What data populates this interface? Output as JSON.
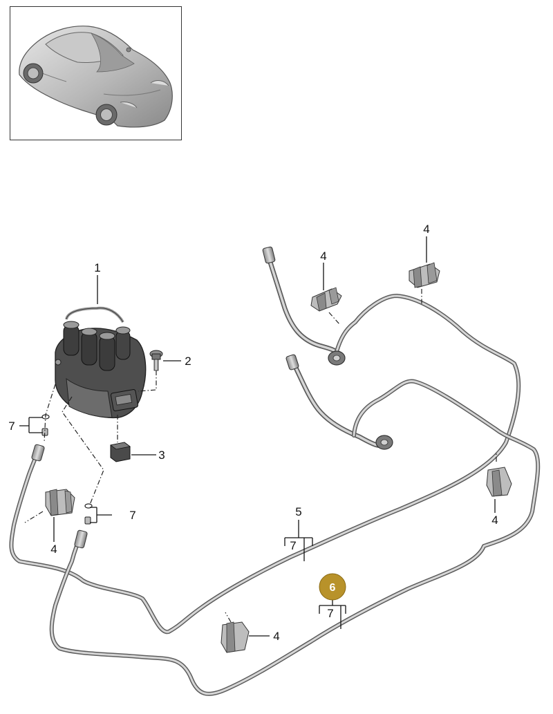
{
  "callouts": {
    "part1": "1",
    "part2": "2",
    "part3": "3",
    "clip_top_left": "4",
    "clip_top_right": "4",
    "clip_right": "4",
    "clip_left": "4",
    "clip_bottom": "4",
    "line_upper": "5",
    "line_lower": "6",
    "seal_left": "7",
    "seal_mid": "7",
    "seal_line_upper": "7",
    "seal_line_lower": "7"
  },
  "colors": {
    "highlight_badge": "#b8922a",
    "frame_border": "#333333",
    "pipe": "#5c5c5c"
  }
}
